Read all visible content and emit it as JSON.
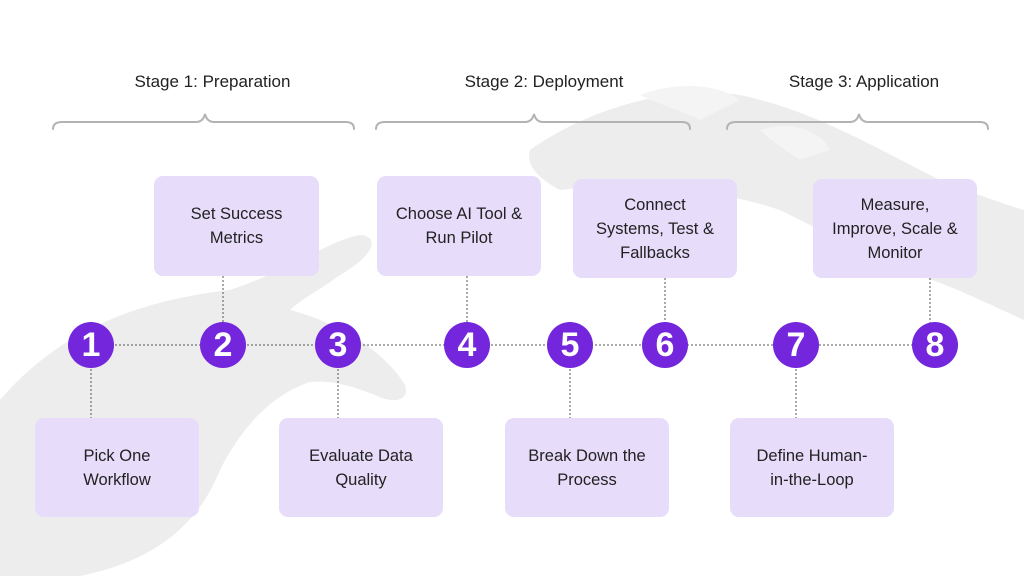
{
  "stages": [
    {
      "label": "Stage 1: Preparation"
    },
    {
      "label": "Stage 2: Deployment"
    },
    {
      "label": "Stage 3: Application"
    }
  ],
  "steps": [
    {
      "number": "1",
      "text": "Pick One\nWorkflow"
    },
    {
      "number": "2",
      "text": "Set Success\nMetrics"
    },
    {
      "number": "3",
      "text": "Evaluate Data\nQuality"
    },
    {
      "number": "4",
      "text": "Choose AI Tool &\nRun Pilot"
    },
    {
      "number": "5",
      "text": "Break Down the\nProcess"
    },
    {
      "number": "6",
      "text": "Connect\nSystems, Test &\nFallbacks"
    },
    {
      "number": "7",
      "text": "Define Human-\nin-the-Loop"
    },
    {
      "number": "8",
      "text": "Measure,\nImprove, Scale &\nMonitor"
    }
  ],
  "colors": {
    "accent": "#7426dc",
    "box_fill": "#e7dcfa",
    "text": "#222222"
  }
}
